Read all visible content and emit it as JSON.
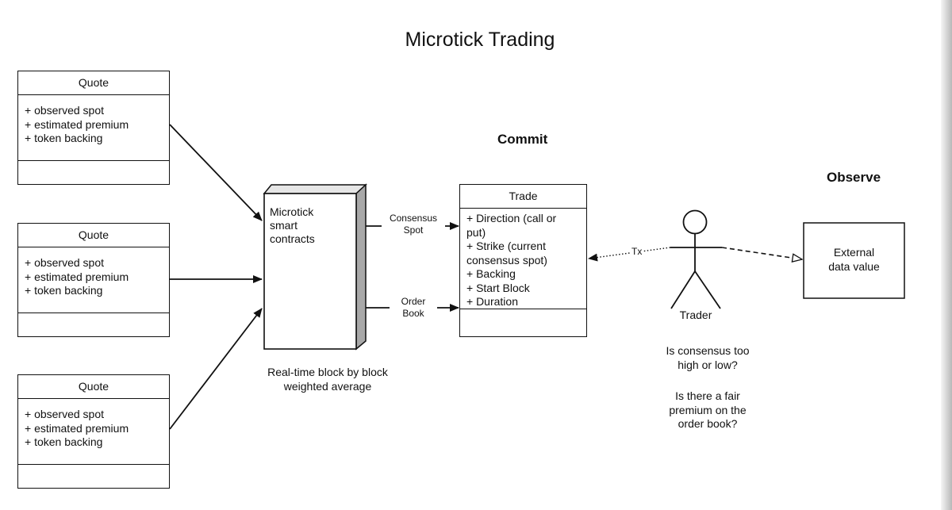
{
  "title": "Microtick Trading",
  "headings": {
    "commit": "Commit",
    "observe": "Observe"
  },
  "quotes": [
    {
      "name": "Quote",
      "attributes": [
        "+ observed spot",
        "+ estimated premium",
        "+ token backing"
      ]
    },
    {
      "name": "Quote",
      "attributes": [
        "+ observed spot",
        "+ estimated premium",
        "+ token backing"
      ]
    },
    {
      "name": "Quote",
      "attributes": [
        "+ observed spot",
        "+ estimated premium",
        "+ token backing"
      ]
    }
  ],
  "contracts": {
    "lines": [
      "Microtick",
      "smart",
      "contracts"
    ]
  },
  "contracts_caption": [
    "Real-time block by block",
    "weighted average"
  ],
  "edge_labels": {
    "consensus_spot": [
      "Consensus",
      "Spot"
    ],
    "order_book": [
      "Order",
      "Book"
    ],
    "tx": "Tx"
  },
  "trade": {
    "name": "Trade",
    "attributes": [
      "+ Direction (call or",
      "put)",
      "+ Strike (current",
      "consensus spot)",
      "+ Backing",
      "+ Start Block",
      "+ Duration"
    ]
  },
  "trader": {
    "label": "Trader",
    "question1": [
      "Is consensus too",
      "high or low?"
    ],
    "question2": [
      "Is there a fair",
      "premium on the",
      "order book?"
    ]
  },
  "external": {
    "lines": [
      "External",
      "data value"
    ]
  }
}
